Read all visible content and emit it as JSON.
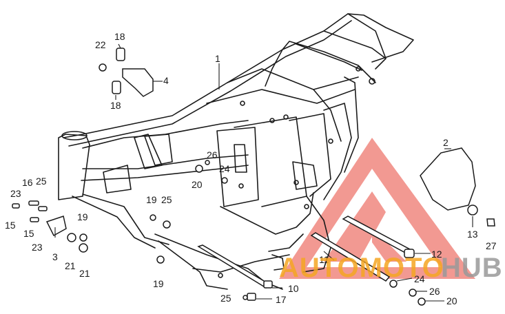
{
  "diagram": {
    "callouts": [
      {
        "id": "c1",
        "label": "1"
      },
      {
        "id": "c2",
        "label": "2"
      },
      {
        "id": "c3",
        "label": "3"
      },
      {
        "id": "c4",
        "label": "4"
      },
      {
        "id": "c10",
        "label": "10"
      },
      {
        "id": "c11",
        "label": "11"
      },
      {
        "id": "c12",
        "label": "12"
      },
      {
        "id": "c13",
        "label": "13"
      },
      {
        "id": "c15a",
        "label": "15"
      },
      {
        "id": "c15b",
        "label": "15"
      },
      {
        "id": "c16",
        "label": "16"
      },
      {
        "id": "c17",
        "label": "17"
      },
      {
        "id": "c18a",
        "label": "18"
      },
      {
        "id": "c18b",
        "label": "18"
      },
      {
        "id": "c19a",
        "label": "19"
      },
      {
        "id": "c19b",
        "label": "19"
      },
      {
        "id": "c19c",
        "label": "19"
      },
      {
        "id": "c20a",
        "label": "20"
      },
      {
        "id": "c20b",
        "label": "20"
      },
      {
        "id": "c21a",
        "label": "21"
      },
      {
        "id": "c21b",
        "label": "21"
      },
      {
        "id": "c22",
        "label": "22"
      },
      {
        "id": "c23a",
        "label": "23"
      },
      {
        "id": "c23b",
        "label": "23"
      },
      {
        "id": "c24a",
        "label": "24"
      },
      {
        "id": "c24b",
        "label": "24"
      },
      {
        "id": "c25a",
        "label": "25"
      },
      {
        "id": "c25b",
        "label": "25"
      },
      {
        "id": "c25c",
        "label": "25"
      },
      {
        "id": "c26a",
        "label": "26"
      },
      {
        "id": "c26b",
        "label": "26"
      },
      {
        "id": "c27",
        "label": "27"
      }
    ]
  },
  "watermark": {
    "brand_part1": "AUTOMOTO",
    "brand_part2": "HUB",
    "color_orange": "#f5a623",
    "color_gray": "#9a9a9a",
    "color_red": "#e8463a"
  }
}
